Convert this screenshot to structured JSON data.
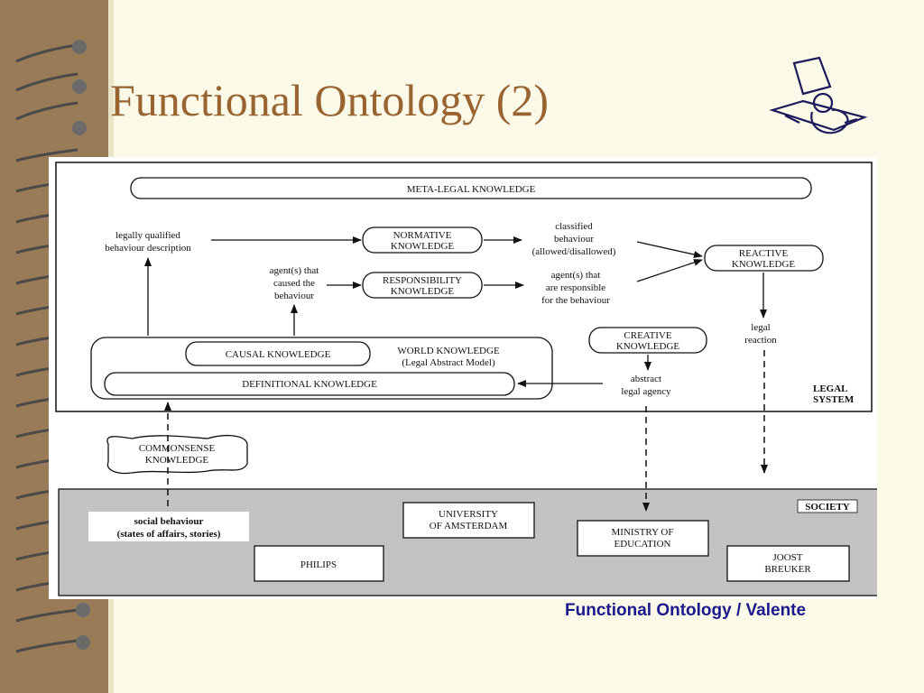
{
  "title": "Functional Ontology (2)",
  "footer": "Functional Ontology / Valente",
  "diagram": {
    "meta_legal": "META-LEGAL KNOWLEDGE",
    "legally_qualified": [
      "legally qualified",
      "behaviour description"
    ],
    "normative": [
      "NORMATIVE",
      "KNOWLEDGE"
    ],
    "classified": [
      "classified",
      "behaviour",
      "(allowed/disallowed)"
    ],
    "reactive": [
      "REACTIVE",
      "KNOWLEDGE"
    ],
    "agents_caused": [
      "agent(s) that",
      "caused the",
      "behaviour"
    ],
    "responsibility": [
      "RESPONSIBILITY",
      "KNOWLEDGE"
    ],
    "agents_responsible": [
      "agent(s) that",
      "are responsible",
      "for the behaviour"
    ],
    "creative": [
      "CREATIVE",
      "KNOWLEDGE"
    ],
    "legal_reaction": [
      "legal",
      "reaction"
    ],
    "causal": "CAUSAL KNOWLEDGE",
    "world": [
      "WORLD KNOWLEDGE",
      "(Legal Abstract Model)"
    ],
    "definitional": "DEFINITIONAL KNOWLEDGE",
    "abstract_agency": [
      "abstract",
      "legal agency"
    ],
    "legal_system": [
      "LEGAL",
      "SYSTEM"
    ],
    "commonsense": [
      "COMMONSENSE",
      "KNOWLEDGE"
    ],
    "society": "SOCIETY",
    "social_behaviour": [
      "social behaviour",
      "(states of affairs, stories)"
    ],
    "university": [
      "UNIVERSITY",
      "OF AMSTERDAM"
    ],
    "ministry": [
      "MINISTRY OF",
      "EDUCATION"
    ],
    "philips": "PHILIPS",
    "joost": [
      "JOOST",
      "BREUKER"
    ]
  }
}
